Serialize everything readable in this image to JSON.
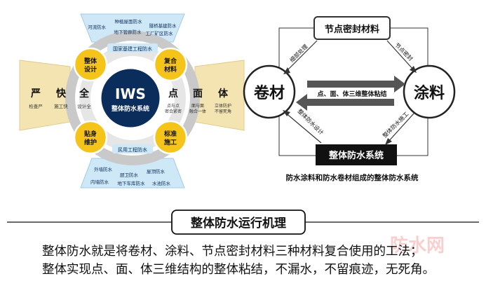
{
  "iws": {
    "core_title": "IWS",
    "core_subtitle": "整体防水系统",
    "petals": [
      {
        "id": "top-left",
        "label_l1": "整体",
        "label_l2": "设计"
      },
      {
        "id": "top-right",
        "label_l1": "复合",
        "label_l2": "材料"
      },
      {
        "id": "bottom-left",
        "label_l1": "贴身",
        "label_l2": "维护"
      },
      {
        "id": "bottom-right",
        "label_l1": "标准",
        "label_l2": "施工"
      }
    ],
    "left_big_chars": [
      "严",
      "快",
      "全"
    ],
    "left_small": [
      "检查严",
      "施工快",
      "设计全"
    ],
    "right_big_chars": [
      "点",
      "面",
      "体"
    ],
    "right_small": [
      [
        "点与点",
        "密合紧密"
      ],
      [
        "面与面",
        "融合一体"
      ],
      [
        "立体防护",
        "不留死角"
      ]
    ],
    "top_ring_label": "国家基建工程防水",
    "bottom_ring_label": "民用工程防水",
    "top_tags": [
      "河流防水",
      "种植屋面防水",
      "隧桥基建防水",
      "地下管廊防水",
      "工厂矿区防水"
    ],
    "bottom_tags": [
      "外墙防水",
      "厨卫防水",
      "屋顶防水",
      "内墙防水",
      "地下车库防水",
      "水池防水"
    ]
  },
  "flow": {
    "top_node": "节点密封材料",
    "left_node": "卷材",
    "right_node": "涂料",
    "bottom_node": "整体防水系统",
    "center_label": "点、面、体三维整体粘结",
    "edge_tl": "细部处理",
    "edge_tr": "节点密封",
    "edge_bl": "整体防水设计",
    "edge_br": "整体防水施工",
    "caption": "防水涂料和防水卷材组成的整体防水系统"
  },
  "section_title": "整体防水运行机理",
  "description": [
    "整体防水就是将卷材、涂料、节点密封材料三种材料复合使用的工法；",
    "整体实现点、面、体三维结构的整体粘结，不漏水，不留痕迹，无死角。"
  ],
  "watermark": "防水网",
  "colors": {
    "navy": "#0b2d5b",
    "gold": "#f4c41a",
    "sand": "#f3e4b2",
    "light_blue": "#cfe8f7",
    "gray_ring": "#c9c9c9"
  }
}
